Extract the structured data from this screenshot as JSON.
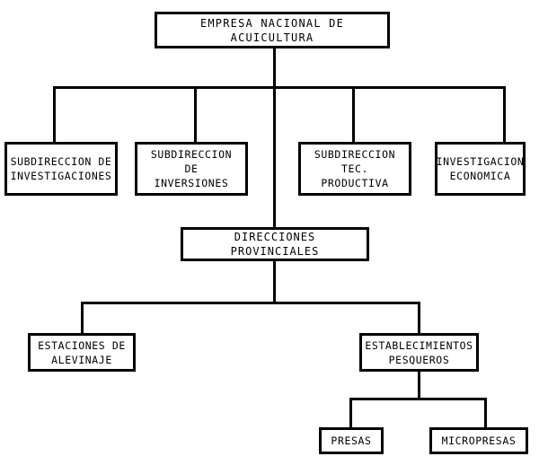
{
  "diagram": {
    "title": "Organigrama Empresa Nacional de Acuicultura",
    "type": "organizational-chart",
    "orientation": "top-down",
    "background_color": "#ffffff",
    "line_color": "#000000",
    "box_fill_color": "#ffffff",
    "text_color": "#000000",
    "levels": 5
  },
  "nodes": {
    "root": {
      "id": "empresa-nacional-acuicultura",
      "label": "EMPRESA NACIONAL DE ACUICULTURA",
      "level": 1
    },
    "level2": [
      {
        "id": "subdireccion-investigaciones",
        "label": "SUBDIRECCION DE\nINVESTIGACIONES",
        "level": 2
      },
      {
        "id": "subdireccion-inversiones",
        "label": "SUBDIRECCION DE\nINVERSIONES",
        "level": 2
      },
      {
        "id": "subdireccion-tec-productiva",
        "label": "SUBDIRECCION\nTEC. PRODUCTIVA",
        "level": 2
      },
      {
        "id": "investigacion-economica",
        "label": "INVESTIGACION\nECONOMICA",
        "level": 2
      }
    ],
    "level3": {
      "id": "direcciones-provinciales",
      "label": "DIRECCIONES PROVINCIALES",
      "level": 3
    },
    "level4": [
      {
        "id": "estaciones-alevinaje",
        "label": "ESTACIONES DE\nALEVINAJE",
        "level": 4
      },
      {
        "id": "establecimientos-pesqueros",
        "label": "ESTABLECIMIENTOS\nPESQUEROS",
        "level": 4
      }
    ],
    "level5": [
      {
        "id": "presas",
        "label": "PRESAS",
        "level": 5
      },
      {
        "id": "micropresas",
        "label": "MICROPRESAS",
        "level": 5
      }
    ]
  },
  "edges": [
    {
      "from": "empresa-nacional-acuicultura",
      "to": "subdireccion-investigaciones"
    },
    {
      "from": "empresa-nacional-acuicultura",
      "to": "subdireccion-inversiones"
    },
    {
      "from": "empresa-nacional-acuicultura",
      "to": "subdireccion-tec-productiva"
    },
    {
      "from": "empresa-nacional-acuicultura",
      "to": "investigacion-economica"
    },
    {
      "from": "empresa-nacional-acuicultura",
      "to": "direcciones-provinciales"
    },
    {
      "from": "direcciones-provinciales",
      "to": "estaciones-alevinaje"
    },
    {
      "from": "direcciones-provinciales",
      "to": "establecimientos-pesqueros"
    },
    {
      "from": "establecimientos-pesqueros",
      "to": "presas"
    },
    {
      "from": "establecimientos-pesqueros",
      "to": "micropresas"
    }
  ]
}
